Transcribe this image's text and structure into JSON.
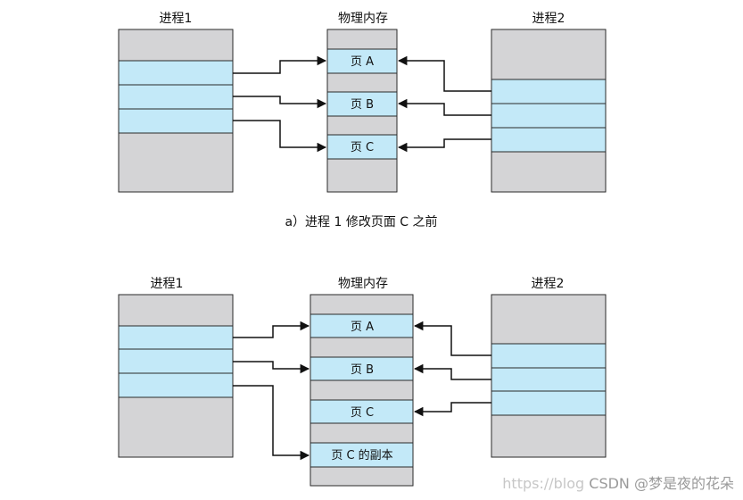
{
  "colors": {
    "gray_block": "#d4d4d6",
    "blue_block": "#c3e9f8",
    "border": "#2a2a2a",
    "arrow": "#111111",
    "text": "#111111"
  },
  "diagram_a": {
    "label_process1": "进程1",
    "label_memory": "物理内存",
    "label_process2": "进程2",
    "pages": [
      "页 A",
      "页 B",
      "页 C"
    ],
    "caption": "a）进程 1 修改页面 C 之前"
  },
  "diagram_b": {
    "label_process1": "进程1",
    "label_memory": "物理内存",
    "label_process2": "进程2",
    "pages": [
      "页 A",
      "页 B",
      "页 C",
      "页 C 的副本"
    ]
  },
  "watermark": {
    "url": "https://blog",
    "brand": "CSDN @梦是夜的花朵"
  }
}
